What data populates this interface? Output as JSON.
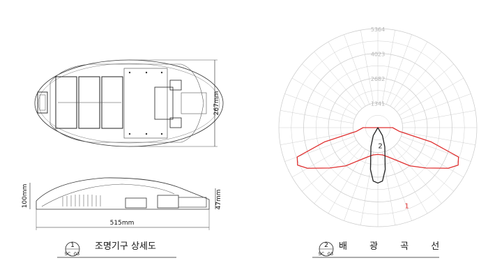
{
  "drawing_left": {
    "dim_width": "267mm",
    "dim_height": "100mm",
    "dim_depth": "47mm",
    "dim_length": "515mm",
    "title_number": "1",
    "title_sheet": "SC",
    "title_page": "03",
    "title": "조명기구 상세도"
  },
  "drawing_right": {
    "title_number": "2",
    "title_sheet": "SC",
    "title_page": "03",
    "title": "배 광 곡 선"
  },
  "colors": {
    "curve_1": "#e03030",
    "curve_2": "#222222",
    "grid": "#c8c8c8"
  },
  "chart_data": {
    "type": "polar",
    "title": "",
    "radial_ticks": [
      "1341",
      "2682",
      "4023",
      "5364"
    ],
    "radial_values": [
      1341,
      2682,
      4023,
      5364
    ],
    "angle_step_deg": 10,
    "series": [
      {
        "name": "1",
        "color": "#e03030",
        "points": [
          [
            -180,
            0
          ],
          [
            -90,
            800
          ],
          [
            -80,
            1200
          ],
          [
            -75,
            3000
          ],
          [
            -70,
            4650
          ],
          [
            -65,
            4800
          ],
          [
            -60,
            4400
          ],
          [
            -50,
            3400
          ],
          [
            -40,
            2700
          ],
          [
            -30,
            2050
          ],
          [
            -20,
            1700
          ],
          [
            -10,
            1500
          ],
          [
            0,
            1450
          ],
          [
            10,
            1500
          ],
          [
            20,
            1700
          ],
          [
            30,
            2050
          ],
          [
            40,
            2700
          ],
          [
            50,
            3400
          ],
          [
            60,
            4400
          ],
          [
            65,
            4800
          ],
          [
            70,
            4650
          ],
          [
            75,
            3000
          ],
          [
            80,
            1200
          ],
          [
            90,
            800
          ],
          [
            180,
            0
          ]
        ]
      },
      {
        "name": "2",
        "color": "#222222",
        "points": [
          [
            -180,
            0
          ],
          [
            -30,
            500
          ],
          [
            -20,
            1100
          ],
          [
            -10,
            2300
          ],
          [
            -5,
            2900
          ],
          [
            0,
            3000
          ],
          [
            5,
            2900
          ],
          [
            10,
            2300
          ],
          [
            20,
            1100
          ],
          [
            30,
            500
          ],
          [
            180,
            0
          ]
        ]
      }
    ]
  }
}
